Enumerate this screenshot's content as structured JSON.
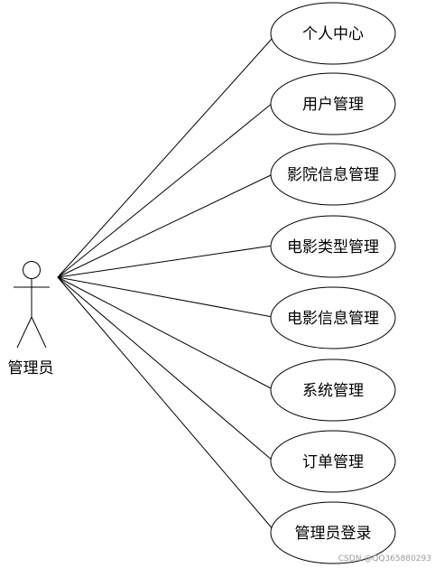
{
  "actor": {
    "label": "管理员"
  },
  "use_cases": [
    {
      "label": "个人中心"
    },
    {
      "label": "用户管理"
    },
    {
      "label": "影院信息管理"
    },
    {
      "label": "电影类型管理"
    },
    {
      "label": "电影信息管理"
    },
    {
      "label": "系统管理"
    },
    {
      "label": "订单管理"
    },
    {
      "label": "管理员登录"
    }
  ],
  "watermark": "CSDN @QQ365880293",
  "colors": {
    "stroke": "#000000",
    "background": "#ffffff",
    "watermark": "#9a9a9a"
  }
}
